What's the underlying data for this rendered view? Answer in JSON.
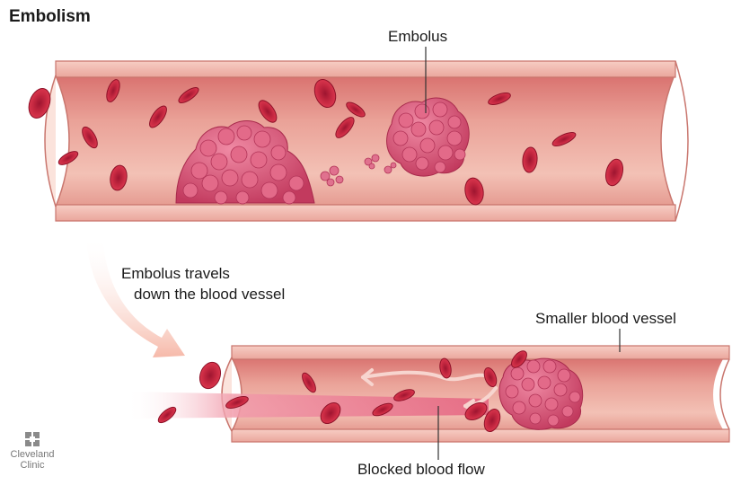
{
  "title": "Embolism",
  "labels": {
    "embolus": "Embolus",
    "travels_line1": "Embolus travels",
    "travels_line2": "down the blood vessel",
    "smaller_vessel": "Smaller blood vessel",
    "blocked_flow": "Blocked blood flow"
  },
  "logo": {
    "line1": "Cleveland",
    "line2": "Clinic"
  },
  "colors": {
    "vessel_wall": "#f2b4ad",
    "vessel_inner": "#e8958e",
    "blood_cell": "#c0223b",
    "clot": "#d04a6c",
    "arrow": "#f5c2b4",
    "blocked_flow": "#ef7f95"
  }
}
